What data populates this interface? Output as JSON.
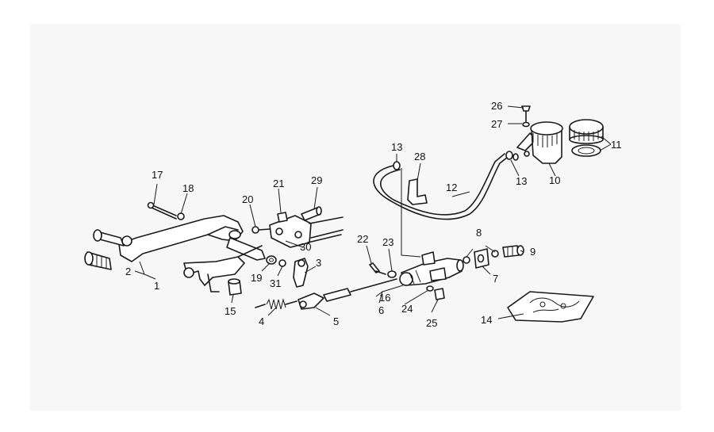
{
  "diagram": {
    "callouts": [
      {
        "id": "c1",
        "text": "1"
      },
      {
        "id": "c2",
        "text": "2"
      },
      {
        "id": "c3",
        "text": "3"
      },
      {
        "id": "c4",
        "text": "4"
      },
      {
        "id": "c5",
        "text": "5"
      },
      {
        "id": "c6",
        "text": "6"
      },
      {
        "id": "c7",
        "text": "7"
      },
      {
        "id": "c8",
        "text": "8"
      },
      {
        "id": "c9",
        "text": "9"
      },
      {
        "id": "c10",
        "text": "10"
      },
      {
        "id": "c11",
        "text": "11"
      },
      {
        "id": "c12",
        "text": "12"
      },
      {
        "id": "c13a",
        "text": "13"
      },
      {
        "id": "c13b",
        "text": "13"
      },
      {
        "id": "c14",
        "text": "14"
      },
      {
        "id": "c15",
        "text": "15"
      },
      {
        "id": "c16",
        "text": "16"
      },
      {
        "id": "c17",
        "text": "17"
      },
      {
        "id": "c18",
        "text": "18"
      },
      {
        "id": "c19",
        "text": "19"
      },
      {
        "id": "c20",
        "text": "20"
      },
      {
        "id": "c21",
        "text": "21"
      },
      {
        "id": "c22",
        "text": "22"
      },
      {
        "id": "c23",
        "text": "23"
      },
      {
        "id": "c24",
        "text": "24"
      },
      {
        "id": "c25",
        "text": "25"
      },
      {
        "id": "c26",
        "text": "26"
      },
      {
        "id": "c27",
        "text": "27"
      },
      {
        "id": "c28",
        "text": "28"
      },
      {
        "id": "c29",
        "text": "29"
      },
      {
        "id": "c30",
        "text": "30"
      },
      {
        "id": "c31",
        "text": "31"
      }
    ]
  }
}
